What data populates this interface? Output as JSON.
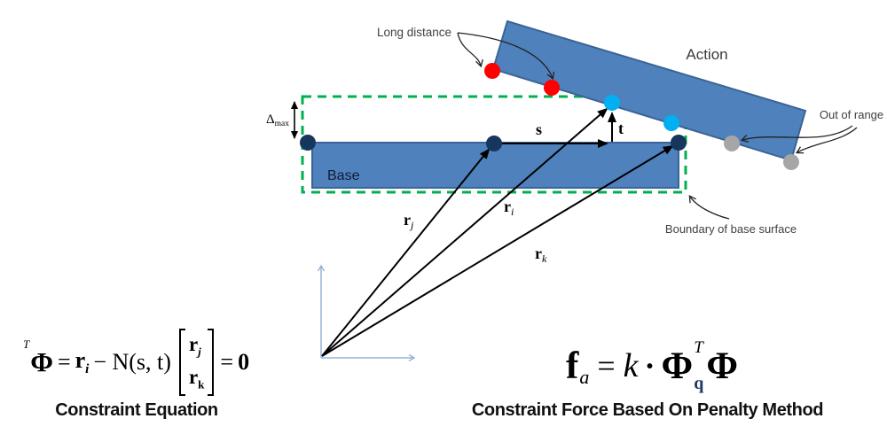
{
  "diagram": {
    "base_label": "Base",
    "action_label": "Action",
    "long_distance_label": "Long distance",
    "out_of_range_label": "Out of range",
    "boundary_label": "Boundary of base surface",
    "s_label": "s",
    "t_label": "t",
    "delta_symbol": "Δ",
    "delta_subscript": "max",
    "vec_r": "r",
    "vec_sub_i": "i",
    "vec_sub_j": "j",
    "vec_sub_k": "k"
  },
  "equations": {
    "constraint": {
      "sup_T": "T",
      "phi": "Φ",
      "equals": "=",
      "r": "r",
      "sub_i": "i",
      "minus_term": "− N(s, t)",
      "row1_r": "r",
      "row1_sub": "j",
      "row2_r": "r",
      "row2_sub": "k",
      "equals2": "=",
      "zero": "0",
      "caption": "Constraint Equation"
    },
    "force": {
      "f": "f",
      "sub_a": "a",
      "equals": "=",
      "k": "k",
      "dot": "·",
      "phi_1": "Φ",
      "sup_T": "T",
      "sub_q": "q",
      "phi_2": "Φ",
      "caption": "Constraint Force Based On Penalty Method"
    }
  },
  "colors": {
    "shape_fill": "#4F81BD",
    "shape_border": "#3A6495",
    "boundary_green": "#00B050",
    "dot_red": "#FF0000",
    "dot_cyan": "#00B0F0",
    "dot_navy": "#17365D",
    "dot_gray": "#A6A6A6",
    "axis_blue": "#95B3D7",
    "t_navy": "#1F3864"
  }
}
